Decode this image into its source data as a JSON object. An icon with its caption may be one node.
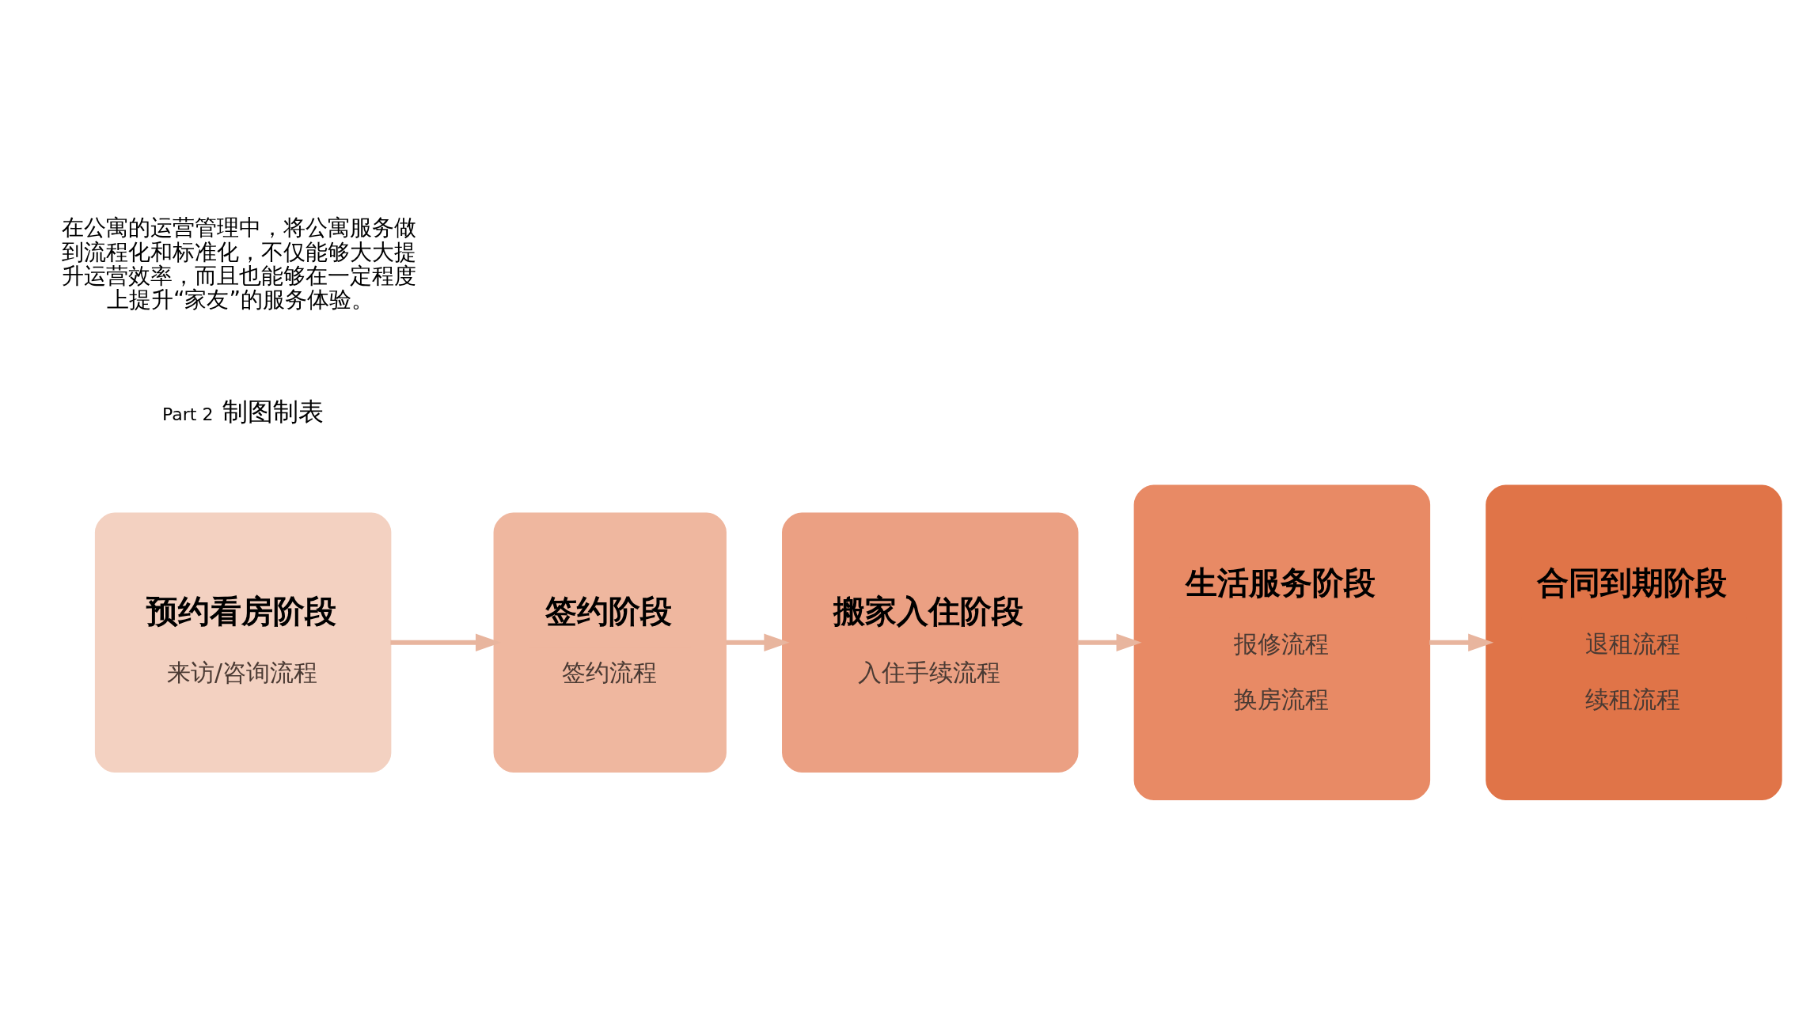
{
  "diagram": {
    "nodes": [
      {
        "text": [
          "预约看房阶段",
          "来访/咨询流程"
        ]
      },
      {
        "text": [
          "签约阶段",
          "签约流程"
        ]
      },
      {
        "text": [
          "搬家入住阶段",
          "入住手续流程"
        ]
      },
      {
        "text": [
          "生活服务阶段",
          "报修流程",
          "换房流程"
        ]
      },
      {
        "text": [
          "合同到期阶段",
          "退租流程",
          "续租流程"
        ]
      }
    ],
    "edges": [
      {
        "from": 0,
        "to": 1,
        "arrow": "to"
      },
      {
        "from": 1,
        "to": 2,
        "arrow": "to"
      },
      {
        "from": 2,
        "to": 3,
        "arrow": "to"
      },
      {
        "from": 3,
        "to": 4,
        "arrow": "to"
      }
    ],
    "labels": [
      "在公寓的运营管理中，将公寓服务做到流程化和标准化，不仅能够大大提升运营效率，而且也能够在一定程度上提升“家友”的服务体验。",
      "Part 2",
      "制图制表"
    ]
  }
}
